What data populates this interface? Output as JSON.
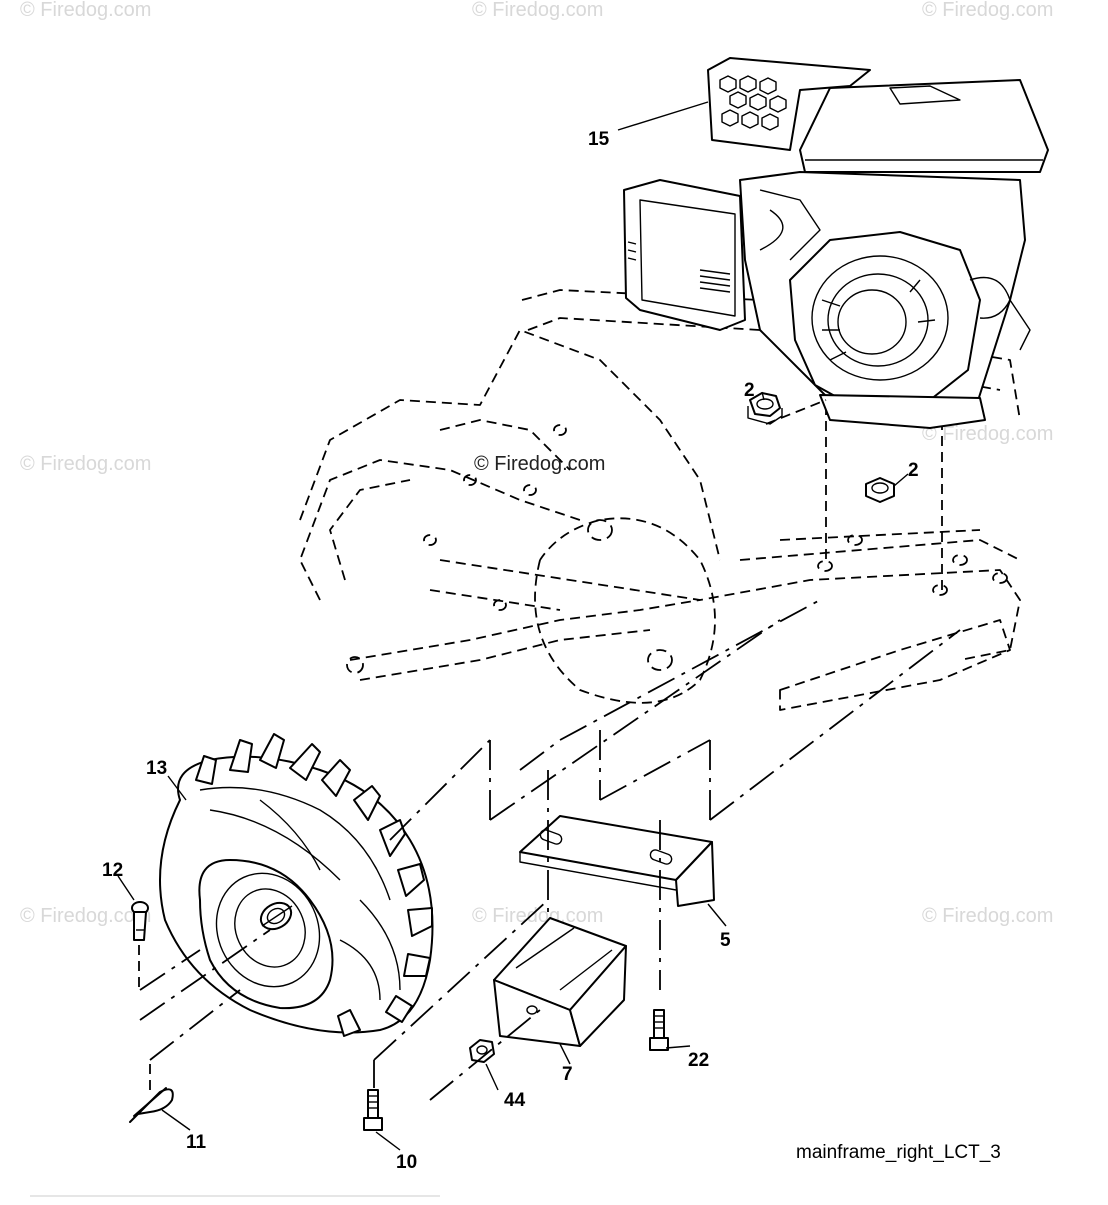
{
  "watermark_text": "© Firedog.com",
  "caption": "mainframe_right_LCT_3",
  "labels": {
    "engine": "15",
    "nut_top": "2",
    "nut_right": "2",
    "wheel": "13",
    "pin": "12",
    "bracket": "5",
    "weight": "7",
    "bolt_right": "22",
    "nut_small": "44",
    "hairpin": "11",
    "bolt_left": "10"
  }
}
